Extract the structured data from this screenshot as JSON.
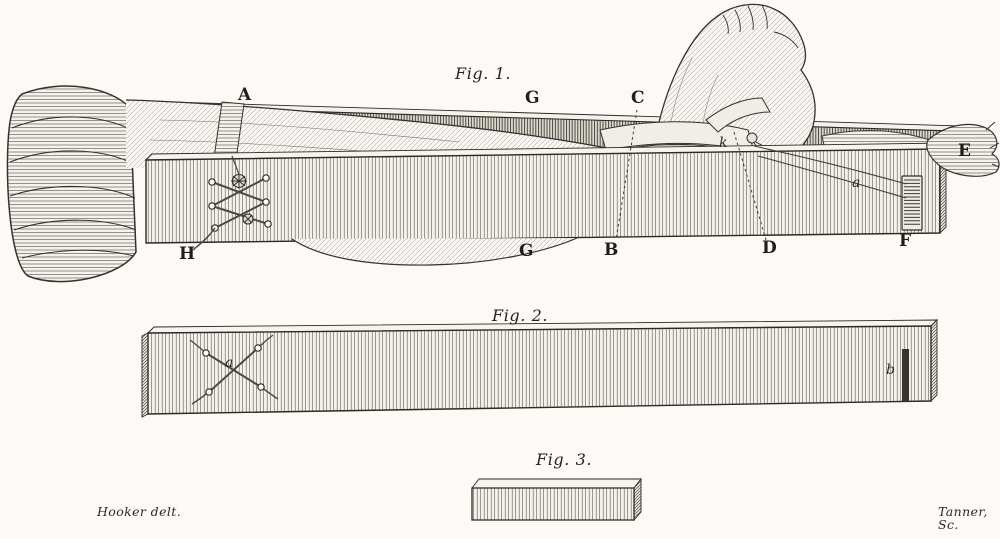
{
  "plate": {
    "background": "#fbfaf6",
    "ink": "#2b2a24"
  },
  "figure1": {
    "caption": "Fig. 1.",
    "labels": {
      "A": "A",
      "G_top": "G",
      "C": "C",
      "E": "E",
      "H": "H",
      "G_bottom": "G",
      "B": "B",
      "D": "D",
      "F": "F",
      "a": "a",
      "k": "k"
    }
  },
  "figure2": {
    "caption": "Fig. 2.",
    "labels": {
      "a": "a",
      "b": "b"
    }
  },
  "figure3": {
    "caption": "Fig. 3."
  },
  "credits": {
    "artist": "Hooker delt.",
    "engraver": "Tanner, Sc."
  }
}
